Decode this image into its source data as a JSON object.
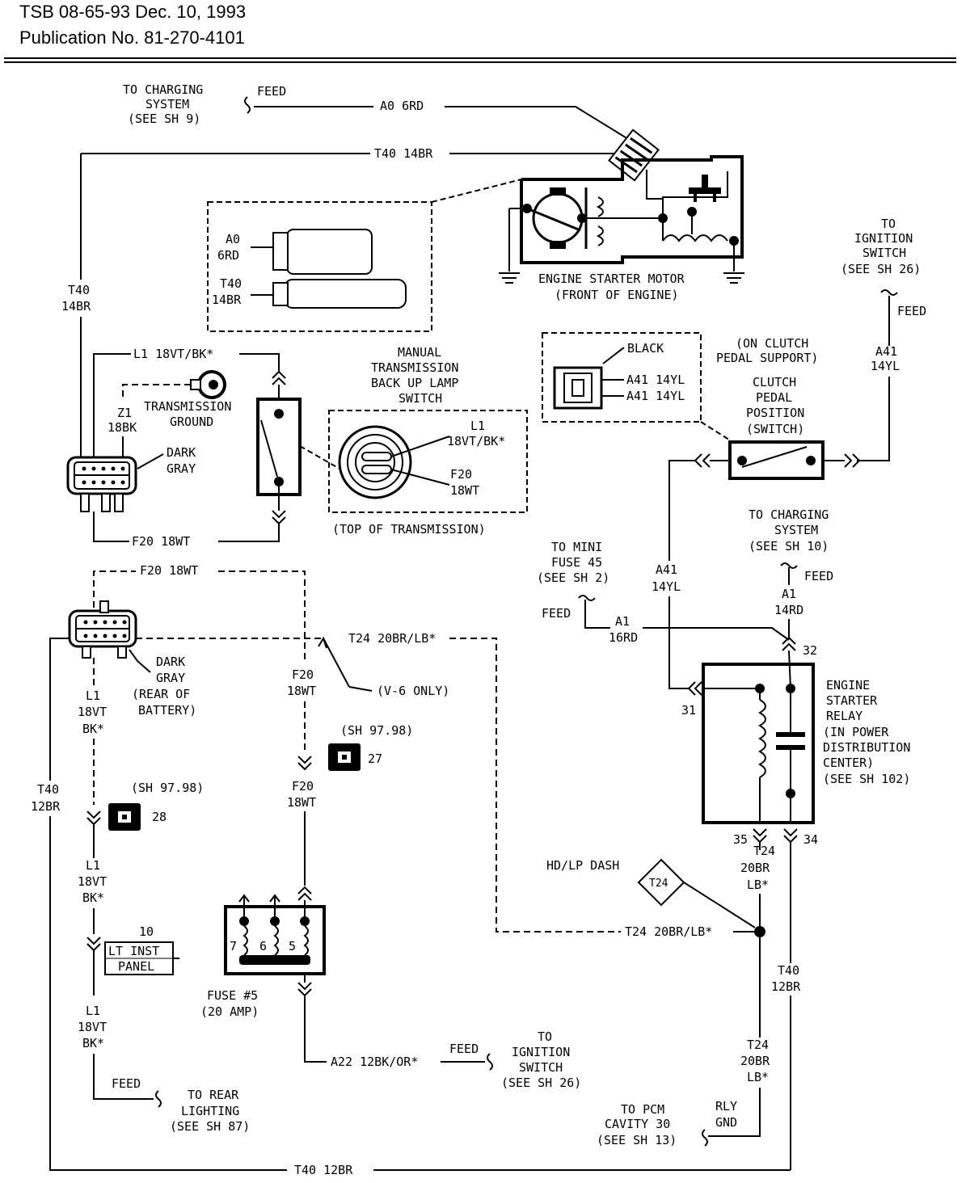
{
  "header": {
    "line1": "TSB 08-65-93 Dec. 10, 1993",
    "line2": "Publication No. 81-270-4101"
  },
  "labels": {
    "to_charging_1": "TO CHARGING",
    "to_charging_2": "SYSTEM",
    "to_charging_3": "(SEE SH 9)",
    "feed_top": "FEED",
    "a0_6rd": "A0 6RD",
    "t40_14br_top": "T40 14BR",
    "conn_a0_1": "A0",
    "conn_a0_2": "6RD",
    "conn_t40_1": "T40",
    "conn_t40_2": "14BR",
    "starter_1": "ENGINE STARTER MOTOR",
    "starter_2": "(FRONT OF ENGINE)",
    "t40_left_1": "T40",
    "t40_left_2": "14BR",
    "to_ign_1": "TO",
    "to_ign_2": "IGNITION",
    "to_ign_3": "SWITCH",
    "to_ign_4": "(SEE SH 26)",
    "feed_ign": "FEED",
    "a41_r_1": "A41",
    "a41_r_2": "14YL",
    "black": "BLACK",
    "a41_c1": "A41 14YL",
    "a41_c2": "A41 14YL",
    "on_clutch_1": "(ON CLUTCH",
    "on_clutch_2": "PEDAL SUPPORT)",
    "clutch_1": "CLUTCH",
    "clutch_2": "PEDAL",
    "clutch_3": "POSITION",
    "clutch_4": "(SWITCH)",
    "l1_top": "L1 18VT/BK*",
    "trans_gnd_1": "TRANSMISSION",
    "trans_gnd_2": "GROUND",
    "z1_1": "Z1",
    "z1_2": "18BK",
    "dark_gray_1": "DARK",
    "dark_gray_2": "GRAY",
    "manual_1": "MANUAL",
    "manual_2": "TRANSMISSION",
    "manual_3": "BACK UP LAMP",
    "manual_4": "SWITCH",
    "sw_l1_1": "L1",
    "sw_l1_2": "18VT/BK*",
    "sw_f20_1": "F20",
    "sw_f20_2": "18WT",
    "top_trans": "(TOP OF TRANSMISSION)",
    "f20_18wt_a": "F20 18WT",
    "f20_18wt_b": "F20 18WT",
    "to_mini_1": "TO MINI",
    "to_mini_2": "FUSE 45",
    "to_mini_3": "(SEE SH 2)",
    "feed_mini": "FEED",
    "a1_16rd_1": "A1",
    "a1_16rd_2": "16RD",
    "a41_m_1": "A41",
    "a41_m_2": "14YL",
    "to_chg10_1": "TO CHARGING",
    "to_chg10_2": "SYSTEM",
    "to_chg10_3": "(SEE SH 10)",
    "feed_chg10": "FEED",
    "a1_14rd_1": "A1",
    "a1_14rd_2": "14RD",
    "t24_top": "T24 20BR/LB*",
    "dark_gray_b1": "DARK",
    "dark_gray_b2": "GRAY",
    "dark_gray_b3": "(REAR OF",
    "dark_gray_b4": "BATTERY)",
    "f20_c_1": "F20",
    "f20_c_2": "18WT",
    "v6": "(V-6 ONLY)",
    "l1_a_1": "L1",
    "l1_a_2": "18VT",
    "l1_a_3": "BK*",
    "t40_12br_l_1": "T40",
    "t40_12br_l_2": "12BR",
    "sh9798_a": "(SH 97.98)",
    "num27": "27",
    "f20_d_1": "F20",
    "f20_d_2": "18WT",
    "sh9798_b": "(SH 97.98)",
    "num28": "28",
    "l1_b_1": "L1",
    "l1_b_2": "18VT",
    "l1_b_3": "BK*",
    "num10": "10",
    "lt_inst_1": "LT INST",
    "lt_inst_2": "PANEL",
    "l1_c_1": "L1",
    "l1_c_2": "18VT",
    "l1_c_3": "BK*",
    "fuse_pin7": "7",
    "fuse_pin6": "6",
    "fuse_pin5": "5",
    "fuse_1": "FUSE #5",
    "fuse_2": "(20 AMP)",
    "pin32": "32",
    "pin31": "31",
    "pin35": "35",
    "pin34": "34",
    "relay_1": "ENGINE",
    "relay_2": "STARTER",
    "relay_3": "RELAY",
    "relay_4": "(IN POWER",
    "relay_5": "DISTRIBUTION",
    "relay_6": "CENTER)",
    "relay_7": "(SEE SH 102)",
    "hd_lp": "HD/LP DASH",
    "t24_diamond": "T24",
    "t24_r_1": "T24",
    "t24_r_2": "20BR",
    "t24_r_3": "LB*",
    "t24_bottom": "T24 20BR/LB*",
    "t40_12br_r_1": "T40",
    "t40_12br_r_2": "12BR",
    "a22": "A22 12BK/OR*",
    "feed_a22": "FEED",
    "to_ign_b1": "TO",
    "to_ign_b2": "IGNITION",
    "to_ign_b3": "SWITCH",
    "to_ign_b4": "(SEE SH 26)",
    "t24_low_1": "T24",
    "t24_low_2": "20BR",
    "t24_low_3": "LB*",
    "feed_rear": "FEED",
    "to_rear_1": "TO REAR",
    "to_rear_2": "LIGHTING",
    "to_rear_3": "(SEE SH 87)",
    "to_pcm_1": "TO PCM",
    "to_pcm_2": "CAVITY 30",
    "to_pcm_3": "(SEE SH 13)",
    "rly_gnd_1": "RLY",
    "rly_gnd_2": "GND",
    "t40_12br_bottom": "T40 12BR"
  }
}
